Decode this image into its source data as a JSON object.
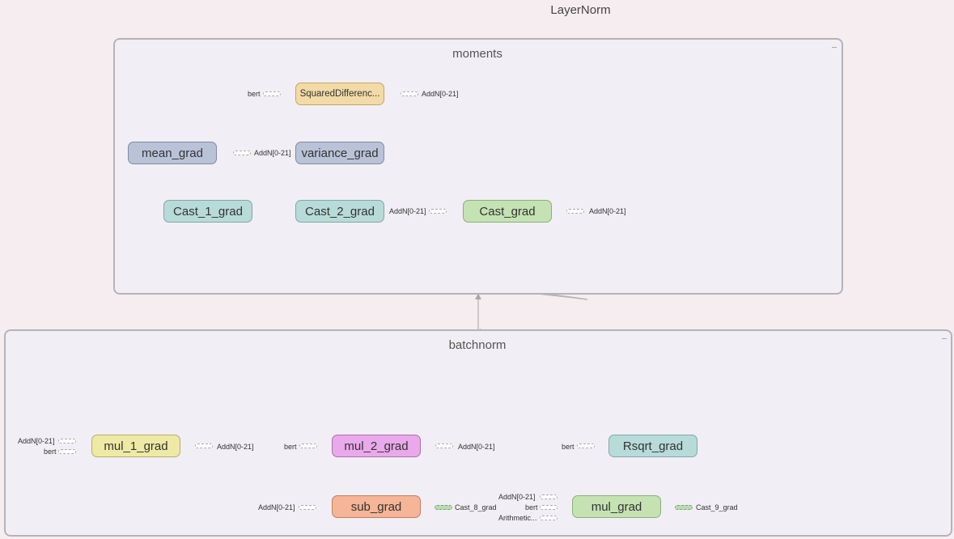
{
  "graph": {
    "title": "LayerNorm",
    "groups": {
      "moments": "moments",
      "batchnorm": "batchnorm"
    },
    "nodes": {
      "squared_difference": "SquaredDifferenc...",
      "mean_grad": "mean_grad",
      "variance_grad": "variance_grad",
      "cast_1_grad": "Cast_1_grad",
      "cast_2_grad": "Cast_2_grad",
      "cast_grad": "Cast_grad",
      "mul_1_grad": "mul_1_grad",
      "mul_2_grad": "mul_2_grad",
      "rsqrt_grad": "Rsqrt_grad",
      "sub_grad": "sub_grad",
      "mul_grad": "mul_grad"
    },
    "stub_labels": {
      "bert": "bert",
      "addn": "AddN[0-21]",
      "cast_8": "Cast_8_grad",
      "cast_9": "Cast_9_grad",
      "arith": "Arithmetic..."
    },
    "colors": {
      "squared_difference": "#f2dba6",
      "mean_grad": "#b9c3d8",
      "variance_grad": "#b9c3d8",
      "cast": "#b7dbd8",
      "cast_grad": "#c5e2b3",
      "mul_1_grad": "#eeeaa6",
      "mul_2_grad": "#e9a9ea",
      "rsqrt_grad": "#b7dbd8",
      "sub_grad": "#f5b596",
      "mul_grad": "#c5e2b3"
    }
  }
}
